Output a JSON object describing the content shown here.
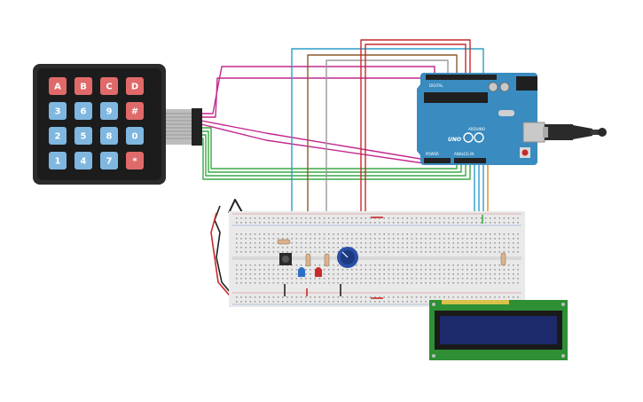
{
  "keypad": {
    "rows": [
      [
        {
          "label": "A",
          "color": "#e06a6a"
        },
        {
          "label": "B",
          "color": "#e06a6a"
        },
        {
          "label": "C",
          "color": "#e06a6a"
        },
        {
          "label": "D",
          "color": "#e06a6a"
        }
      ],
      [
        {
          "label": "3",
          "color": "#7fb7e0"
        },
        {
          "label": "6",
          "color": "#7fb7e0"
        },
        {
          "label": "9",
          "color": "#7fb7e0"
        },
        {
          "label": "#",
          "color": "#e06a6a"
        }
      ],
      [
        {
          "label": "2",
          "color": "#7fb7e0"
        },
        {
          "label": "5",
          "color": "#7fb7e0"
        },
        {
          "label": "8",
          "color": "#7fb7e0"
        },
        {
          "label": "0",
          "color": "#7fb7e0"
        }
      ],
      [
        {
          "label": "1",
          "color": "#7fb7e0"
        },
        {
          "label": "4",
          "color": "#7fb7e0"
        },
        {
          "label": "7",
          "color": "#7fb7e0"
        },
        {
          "label": "*",
          "color": "#e06a6a"
        }
      ]
    ]
  },
  "arduino": {
    "model_text": "UNO",
    "brand_text": "ARDUINO",
    "header_digital": "DIGITAL",
    "header_power": "POWER",
    "header_analog": "ANALOG IN",
    "board_color": "#3a8bbf"
  },
  "colors": {
    "wire_magenta": "#c2298f",
    "wire_green": "#3aa845",
    "wire_blue": "#2c9ec7",
    "wire_red": "#c72a2a",
    "wire_brown": "#8b5a2b",
    "wire_orange": "#e08a1e",
    "wire_gray": "#9a9a9a",
    "breadboard": "#e9e9e9",
    "lcd_board": "#2e8f34",
    "lcd_screen": "#1c2a6b"
  }
}
